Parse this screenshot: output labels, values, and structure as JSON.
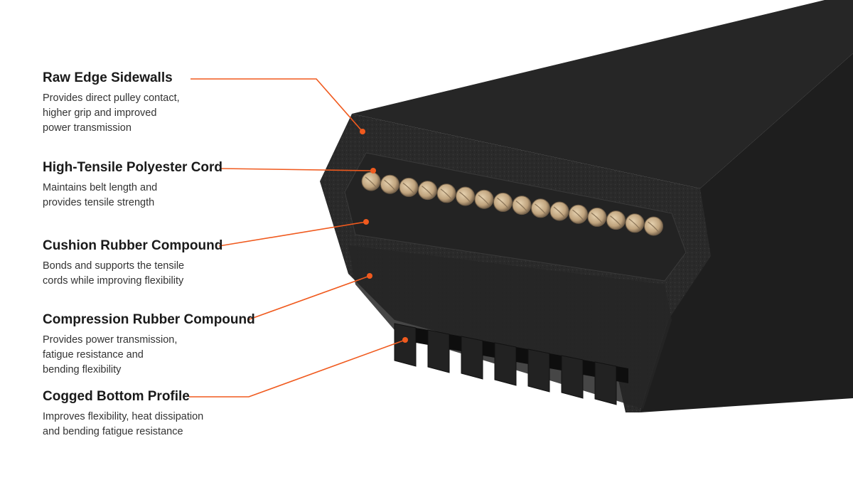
{
  "colors": {
    "leader": "#f05a1e",
    "belt_face": "#2a2a2a",
    "belt_side": "#1d1d1d",
    "belt_top": "#252525",
    "cord": "#c8b090",
    "cord_dark": "#8a7458"
  },
  "labels": [
    {
      "title": "Raw Edge Sidewalls",
      "lines": [
        "Provides direct pulley contact,",
        "higher grip and improved",
        "power transmission"
      ]
    },
    {
      "title": "High-Tensile Polyester Cord",
      "lines": [
        "Maintains belt length and",
        "provides tensile strength"
      ]
    },
    {
      "title": "Cushion Rubber Compound",
      "lines": [
        "Bonds and supports the tensile",
        "cords while improving flexibility"
      ]
    },
    {
      "title": "Compression Rubber Compound",
      "lines": [
        "Provides power transmission,",
        "fatigue resistance and",
        "bending flexibility"
      ]
    },
    {
      "title": "Cogged Bottom Profile",
      "lines": [
        "Improves flexibility, heat dissipation",
        "and bending fatigue resistance"
      ]
    }
  ]
}
